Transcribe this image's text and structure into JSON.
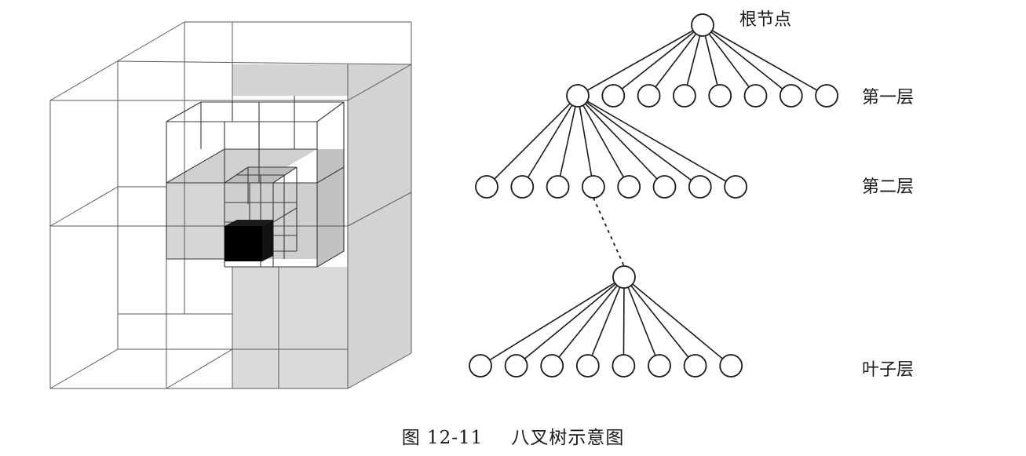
{
  "tree": {
    "levels": [
      {
        "id": "root",
        "label": "根节点",
        "node_count": 1
      },
      {
        "id": "level1",
        "label": "第一层",
        "node_count": 8
      },
      {
        "id": "level2",
        "label": "第二层",
        "node_count": 8
      },
      {
        "id": "leaf",
        "label": "叶子层",
        "node_count": 8
      }
    ]
  },
  "caption": {
    "number": "图 12-11",
    "title": "八叉树示意图"
  },
  "colors": {
    "line": "#1a1a1a",
    "face_shade": "#d3d3d3",
    "face_dark_shade": "#c2c2c2",
    "target_cell": "#000000"
  }
}
